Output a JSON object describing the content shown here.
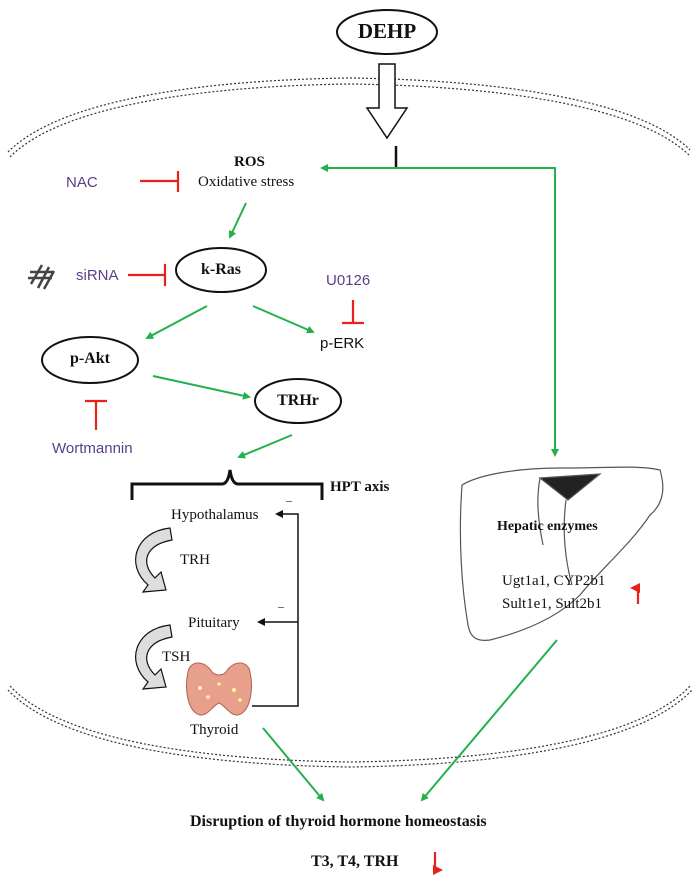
{
  "nodes": {
    "dehp": "DEHP",
    "ros": "ROS",
    "oxidative_stress": "Oxidative stress",
    "kras": "k-Ras",
    "pakt": "p-Akt",
    "perk": "p-ERK",
    "trhr": "TRHr",
    "hpt_axis": "HPT axis",
    "hypothalamus": "Hypothalamus",
    "trh": "TRH",
    "pituitary": "Pituitary",
    "tsh": "TSH",
    "thyroid": "Thyroid",
    "hepatic_enzymes": "Hepatic enzymes",
    "enzymes_line1": "Ugt1a1, CYP2b1",
    "enzymes_line2": "Sult1e1, Sult2b1",
    "disruption": "Disruption of thyroid hormone homeostasis",
    "hormones": "T3, T4, TRH"
  },
  "inhibitors": {
    "nac": "NAC",
    "sirna": "siRNA",
    "u0126": "U0126",
    "wortmannin": "Wortmannin"
  },
  "feedback": {
    "hypothalamus_sign": "–",
    "pituitary_sign": "–"
  },
  "colors": {
    "activation": "#22b14c",
    "inhibition": "#e8211d",
    "inhibitor_text": "#5a3f8a"
  },
  "icons": [
    "sirna-helix-icon",
    "liver-icon",
    "thyroid-gland-icon",
    "increase-arrow-icon",
    "decrease-arrow-icon"
  ]
}
